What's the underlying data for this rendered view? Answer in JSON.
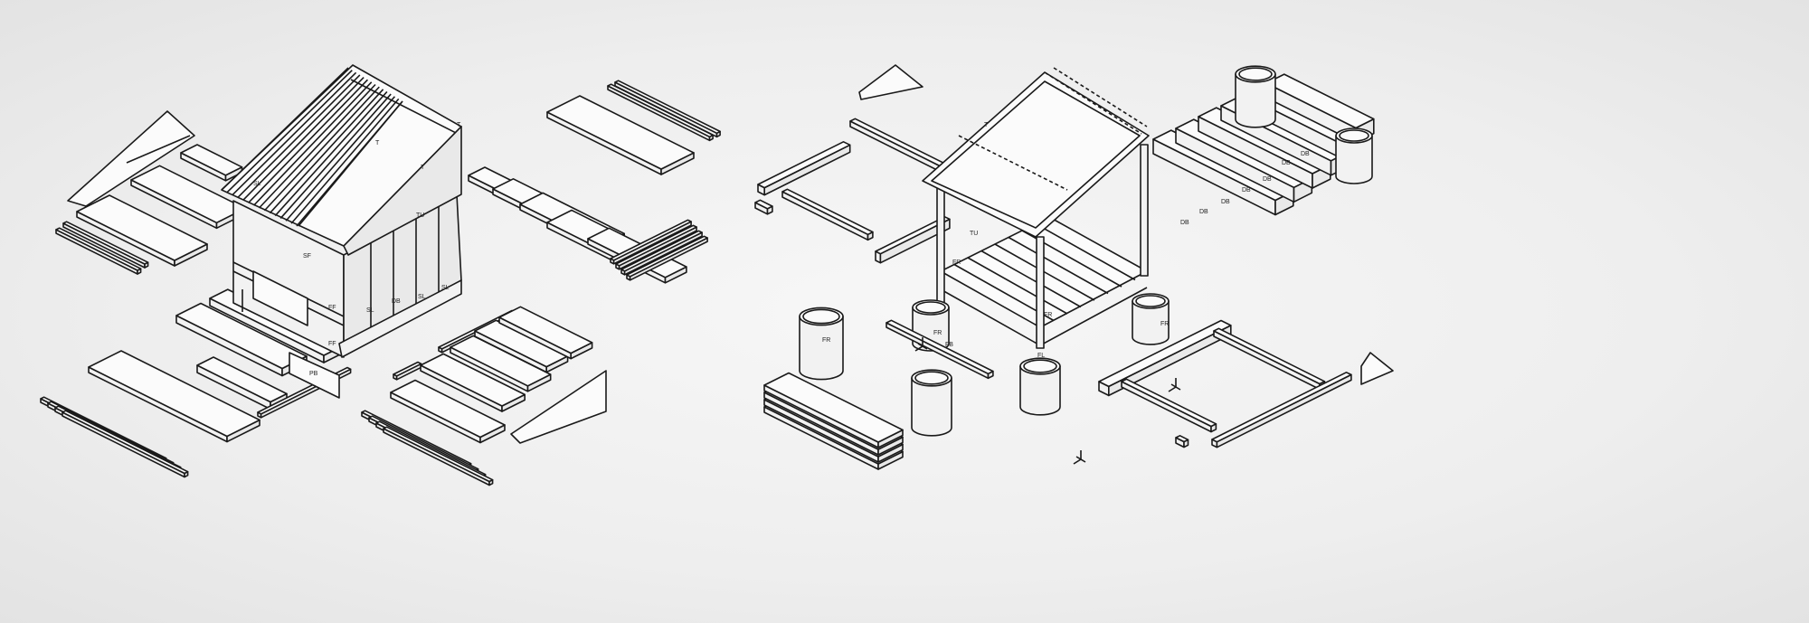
{
  "figure": {
    "left_assembly": "exploded-house-with-walls-and-roof",
    "right_assembly": "exploded-frame-with-deck-steps-and-piers"
  },
  "labels": {
    "house": [
      "T",
      "T",
      "T",
      "TU",
      "SF",
      "DB",
      "SL",
      "SL",
      "SL",
      "FF",
      "FF",
      "PB",
      "SL"
    ],
    "frame": [
      "T",
      "TU",
      "FR",
      "FR",
      "FL",
      "FB",
      "FR",
      "FR",
      "FR",
      "DB",
      "DB",
      "DB",
      "DB",
      "DB",
      "DB",
      "DB"
    ]
  },
  "colors": {
    "line": "#1a1a1a",
    "paper": "#f2f2f2"
  }
}
